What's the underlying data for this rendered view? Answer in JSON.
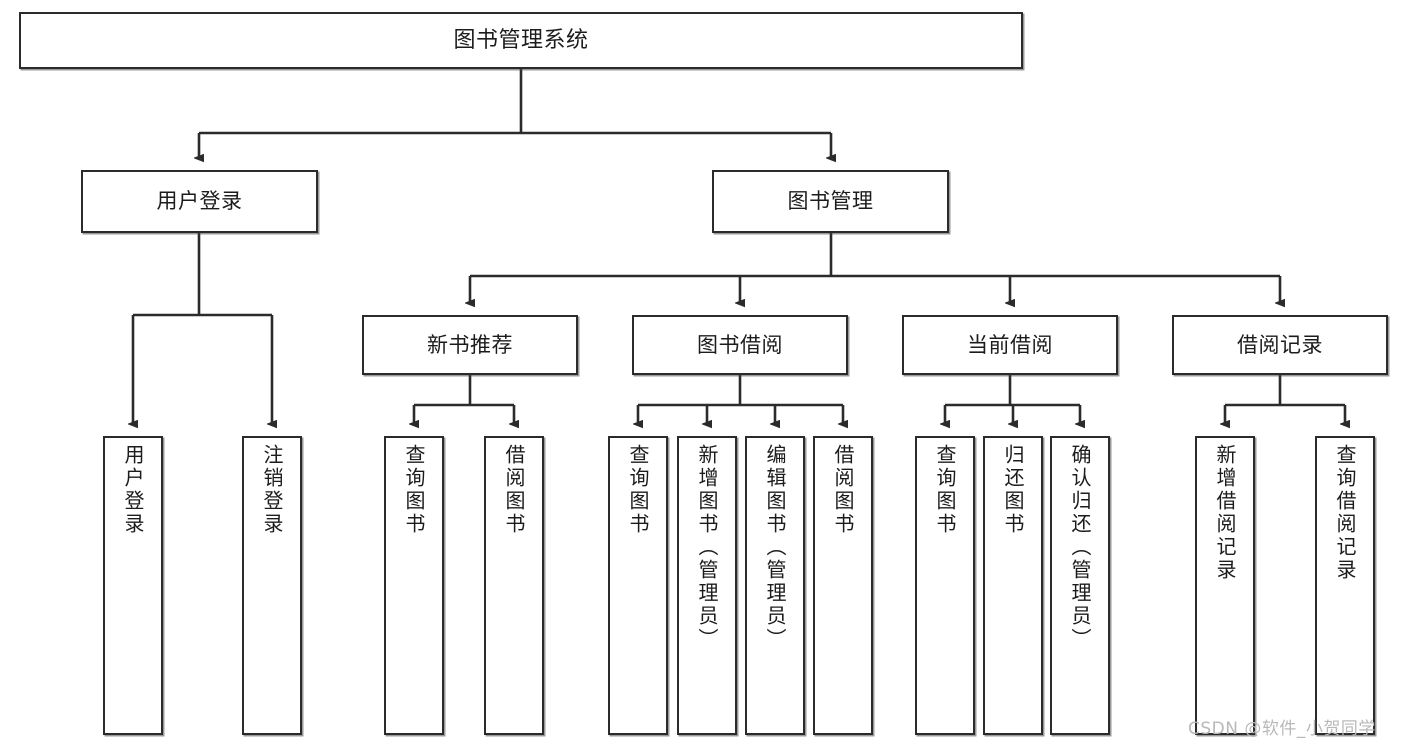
{
  "diagram": {
    "type": "tree-hierarchy-chart",
    "title": "图书管理系统",
    "orientation": "top-down",
    "colors": {
      "box_border": "#2b2b2b",
      "box_fill": "#ffffff",
      "edge": "#2b2b2b",
      "text": "#1c1c1c",
      "watermark": "#b9b9b9"
    }
  },
  "root": {
    "label": "图书管理系统"
  },
  "level2": [
    {
      "label": "用户登录"
    },
    {
      "label": "图书管理"
    }
  ],
  "level3": [
    {
      "label": "新书推荐"
    },
    {
      "label": "图书借阅"
    },
    {
      "label": "当前借阅"
    },
    {
      "label": "借阅记录"
    }
  ],
  "leaves": {
    "user_login": [
      {
        "label": "用户登录"
      },
      {
        "label": "注销登录"
      }
    ],
    "new_book_recommend": [
      {
        "label": "查询图书"
      },
      {
        "label": "借阅图书"
      }
    ],
    "book_borrow": [
      {
        "label": "查询图书"
      },
      {
        "label": "新增图书（管理员）"
      },
      {
        "label": "编辑图书（管理员）"
      },
      {
        "label": "借阅图书"
      }
    ],
    "current_borrow": [
      {
        "label": "查询图书"
      },
      {
        "label": "归还图书"
      },
      {
        "label": "确认归还（管理员）"
      }
    ],
    "borrow_record": [
      {
        "label": "新增借阅记录"
      },
      {
        "label": "查询借阅记录"
      }
    ]
  },
  "watermark": {
    "text": "CSDN @软件_小贺同学"
  }
}
